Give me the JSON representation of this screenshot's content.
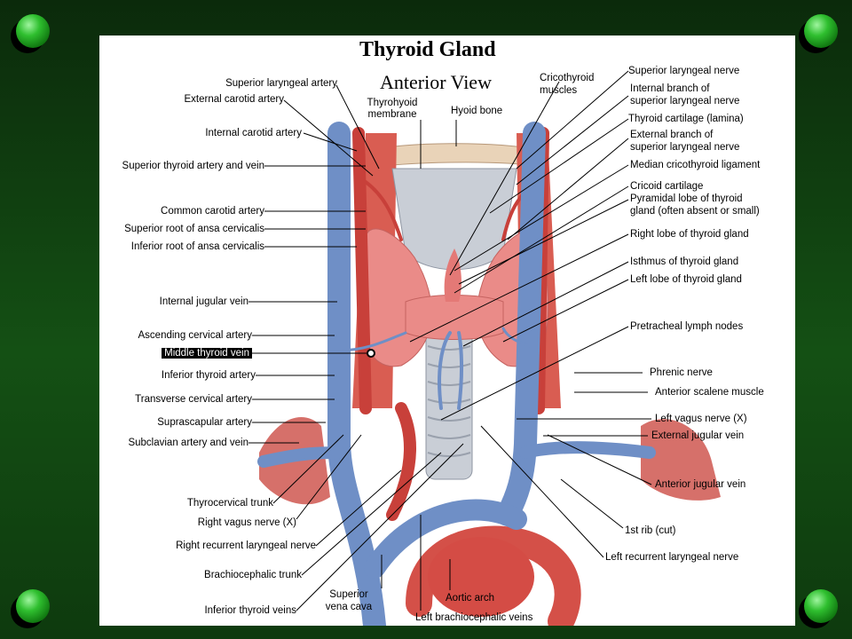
{
  "slide": {
    "title": "Thyroid Gland",
    "subtitle": "Anterior View",
    "bullet_icon": "green-sphere-bullet",
    "colors": {
      "background": "#145014",
      "bullet": "#2fbf2f",
      "vein": "#6d8fc4",
      "artery": "#d8504a",
      "thyroid": "#e88a88"
    }
  },
  "labels": {
    "left": [
      "Superior laryngeal artery",
      "External carotid artery",
      "Internal carotid artery",
      "Superior thyroid artery and vein",
      "Common carotid artery",
      "Superior root of ansa cervicalis",
      "Inferior root of ansa cervicalis",
      "Internal jugular vein",
      "Ascending cervical artery",
      "Middle thyroid vein",
      "Inferior thyroid artery",
      "Transverse cervical artery",
      "Suprascapular artery",
      "Subclavian artery and vein",
      "Thyrocervical trunk",
      "Right vagus nerve (X)",
      "Right recurrent laryngeal nerve",
      "Brachiocephalic trunk",
      "Inferior thyroid veins"
    ],
    "top": [
      "Thyrohyoid",
      "membrane",
      "Hyoid bone",
      "Cricothyroid",
      "muscles"
    ],
    "right": [
      "Superior laryngeal nerve",
      "Internal branch of",
      "superior laryngeal nerve",
      "Thyroid cartilage (lamina)",
      "External branch of",
      "superior laryngeal nerve",
      "Median cricothyroid ligament",
      "Cricoid cartilage",
      "Pyramidal lobe of thyroid",
      "gland (often absent or small)",
      "Right lobe of thyroid gland",
      "Isthmus of thyroid gland",
      "Left lobe of thyroid gland",
      "Pretracheal lymph nodes",
      "Phrenic nerve",
      "Anterior scalene muscle",
      "Left vagus nerve (X)",
      "External jugular vein",
      "Anterior jugular vein",
      "1st rib (cut)",
      "Left recurrent laryngeal nerve"
    ],
    "bottom": [
      "Superior",
      "vena cava",
      "Aortic arch",
      "Left brachiocephalic veins"
    ]
  }
}
